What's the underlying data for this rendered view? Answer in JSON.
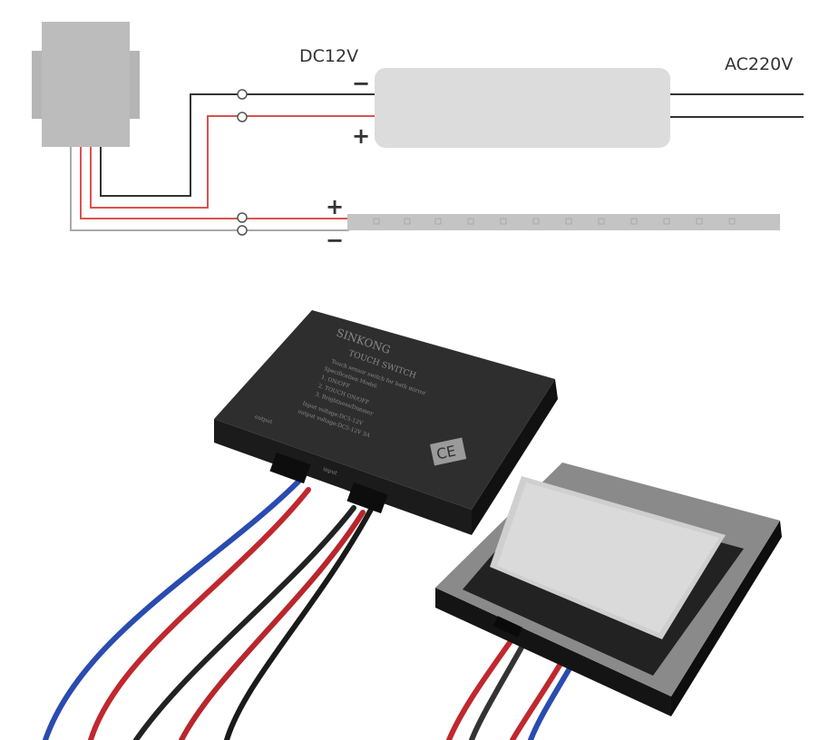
{
  "diagram": {
    "dc_label": "DC12V",
    "ac_label": "AC220V",
    "minus": "−",
    "plus": "+",
    "colors": {
      "wire_black": "#333333",
      "wire_red": "#d9534f",
      "wire_grey": "#b0b0b0",
      "block": "#bdbdbd",
      "psu": "#dcdcdc"
    }
  },
  "product": {
    "brand": "SINKONG",
    "title": "TOUCH SWITCH",
    "desc": "Touch sensor switch for bath mirror",
    "spec_heading": "Specification Model:",
    "spec_1": "1. ON/OFF",
    "spec_2": "2. TOUCH ON/OFF",
    "spec_3": "3. Brightness/Dimmer",
    "input_voltage": "Input voltage:DC5-12V",
    "output_voltage": "output voltage:DC5-12V 3A",
    "output_label": "output",
    "input_label": "input",
    "ce_mark": "CE"
  }
}
